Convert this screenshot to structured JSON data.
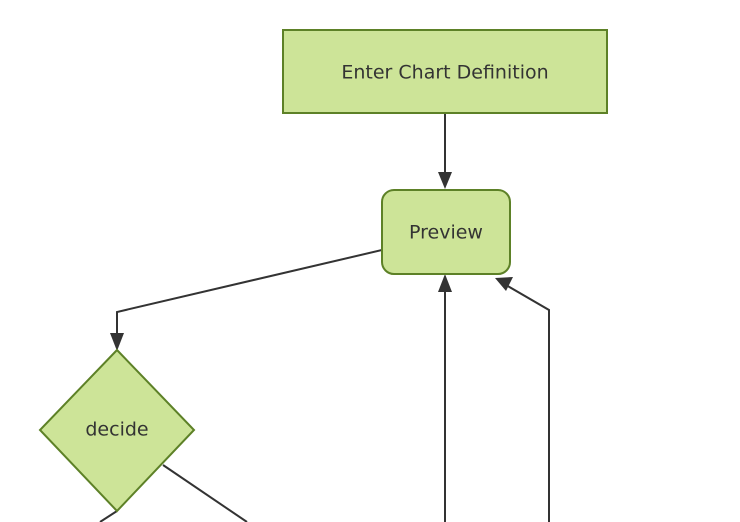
{
  "diagram": {
    "type": "flowchart",
    "direction": "top-down",
    "background_color": "#ffffff",
    "node_fill_color": "#cde498",
    "node_stroke_color": "#5d8127",
    "node_text_color": "#333333",
    "edge_color": "#333333",
    "nodes": [
      {
        "id": "enter",
        "label": "Enter Chart Definition",
        "shape": "rectangle"
      },
      {
        "id": "preview",
        "label": "Preview",
        "shape": "rounded-rectangle"
      },
      {
        "id": "decide",
        "label": "decide",
        "shape": "diamond"
      }
    ],
    "edges": [
      {
        "from": "enter",
        "to": "preview",
        "label": ""
      },
      {
        "from": "preview",
        "to": "decide",
        "label": ""
      },
      {
        "from": "offscreen-left",
        "to": "preview",
        "label": ""
      },
      {
        "from": "offscreen-right",
        "to": "preview",
        "label": ""
      },
      {
        "from": "decide",
        "to": "offscreen-bottom-left",
        "label": ""
      },
      {
        "from": "decide",
        "to": "offscreen-bottom-right",
        "label": ""
      }
    ]
  }
}
